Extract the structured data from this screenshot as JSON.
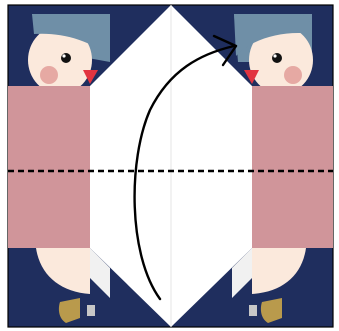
{
  "diagram": {
    "kind": "paper-folding-instruction",
    "step": "fold-bottom-up-along-dashed-line",
    "fold_line": "horizontal-dashed-center",
    "arrow": "curved-fold-arrow",
    "colors": {
      "background_navy": "#1f2e5e",
      "paper_white": "#ffffff",
      "fold_shadow": "#e8e8e8",
      "body_pink": "#d0959a",
      "face_cream": "#fbe9dc",
      "hat_slate": "#6f8fa7",
      "beak_red": "#e23440",
      "cheek_pink": "#e6a9a3",
      "eye_black": "#111111",
      "foot_gold": "#b99a4c",
      "foot_grey": "#c7c7c7",
      "line_black": "#000000"
    }
  }
}
